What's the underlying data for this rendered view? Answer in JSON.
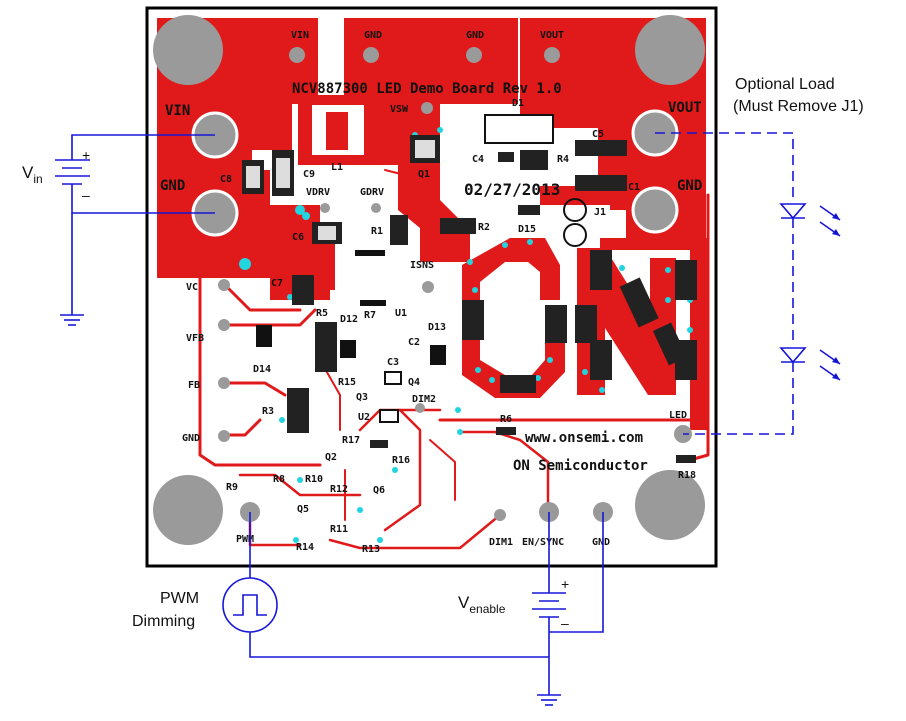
{
  "board": {
    "title": "NCV887300 LED Demo Board  Rev 1.0",
    "date": "02/27/2013",
    "url": "www.onsemi.com",
    "company": "ON Semiconductor",
    "logo_text": "ON",
    "colors": {
      "copper": "#e01a1a",
      "wire": "#1616d8",
      "via": "#22d3e0",
      "pad": "#9a9a9a"
    }
  },
  "terminals": {
    "vin_top": "VIN",
    "gnd_top1": "GND",
    "gnd_top2": "GND",
    "vout_top": "VOUT",
    "vin_left": "VIN",
    "gnd_left": "GND",
    "vout_right": "VOUT",
    "gnd_right": "GND",
    "vc": "VC",
    "vfb": "VFB",
    "fb": "FB",
    "gnd_mid": "GND",
    "led": "LED",
    "pwm": "PWM",
    "dim1": "DIM1",
    "en_sync": "EN/SYNC",
    "gnd_bottom": "GND",
    "vsw": "VSW",
    "vdrv": "VDRV",
    "gdrv": "GDRV",
    "isns": "ISNS",
    "dim2": "DIM2"
  },
  "components": {
    "c1": "C1",
    "c2": "C2",
    "c3": "C3",
    "c4": "C4",
    "c5": "C5",
    "c6": "C6",
    "c7": "C7",
    "c8": "C8",
    "c9": "C9",
    "d1": "D1",
    "d12": "D12",
    "d13": "D13",
    "d14": "D14",
    "d15": "D15",
    "l1": "L1",
    "q1": "Q1",
    "q2": "Q2",
    "q3": "Q3",
    "q4": "Q4",
    "q5": "Q5",
    "q6": "Q6",
    "r1": "R1",
    "r2": "R2",
    "r3": "R3",
    "r4": "R4",
    "r5": "R5",
    "r6": "R6",
    "r7": "R7",
    "r8": "R8",
    "r9": "R9",
    "r10": "R10",
    "r11": "R11",
    "r12": "R12",
    "r13": "R13",
    "r14": "R14",
    "r15": "R15",
    "r16": "R16",
    "r17": "R17",
    "r18": "R18",
    "u1": "U1",
    "u2": "U2",
    "j1": "J1"
  },
  "external": {
    "vin_label": "V",
    "vin_sub": "in",
    "vin_plus": "+",
    "vin_minus": "–",
    "optional_load_line1": "Optional Load",
    "optional_load_line2": "(Must Remove J1)",
    "pwm_line1": "PWM",
    "pwm_line2": "Dimming",
    "venable_label": "V",
    "venable_sub": "enable",
    "venable_plus": "+",
    "venable_minus": "–"
  }
}
